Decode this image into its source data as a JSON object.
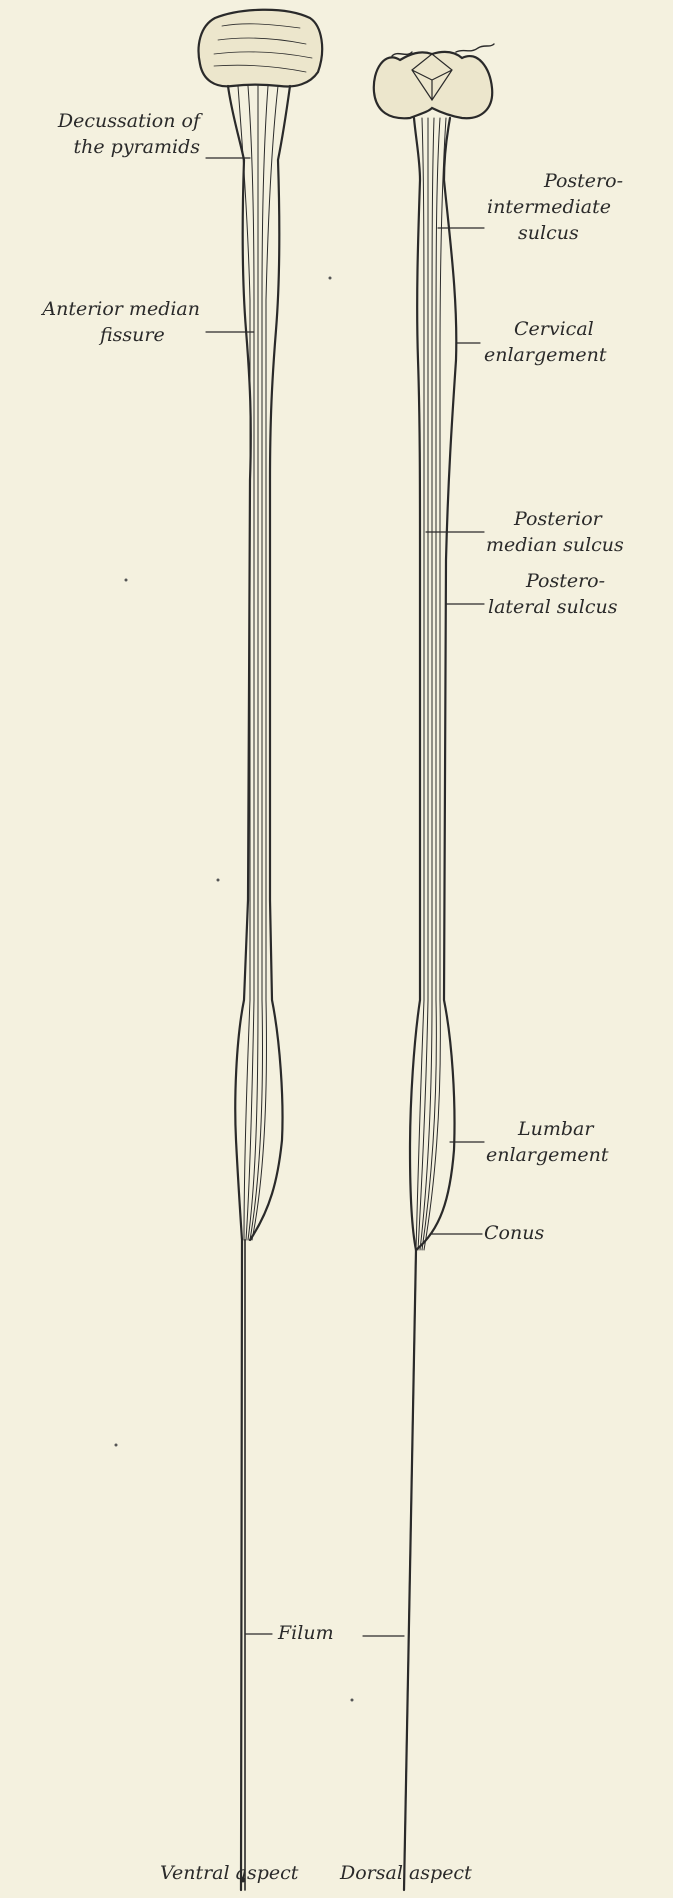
{
  "labels": {
    "decussation_1": "Decussation of",
    "decussation_2": "the pyramids",
    "anterior_1": "Anterior median",
    "anterior_2": "fissure",
    "postero_int_1": "Postero-",
    "postero_int_2": "intermediate",
    "postero_int_3": "sulcus",
    "cervical_1": "Cervical",
    "cervical_2": "enlargement",
    "post_median_1": "Posterior",
    "post_median_2": "median sulcus",
    "postero_lat_1": "Postero-",
    "postero_lat_2": "lateral sulcus",
    "lumbar_1": "Lumbar",
    "lumbar_2": "enlargement",
    "conus": "Conus",
    "filum": "Filum",
    "ventral": "Ventral aspect",
    "dorsal": "Dorsal aspect"
  },
  "colors": {
    "background": "#f4f1df",
    "ink": "#2a2a2a"
  }
}
